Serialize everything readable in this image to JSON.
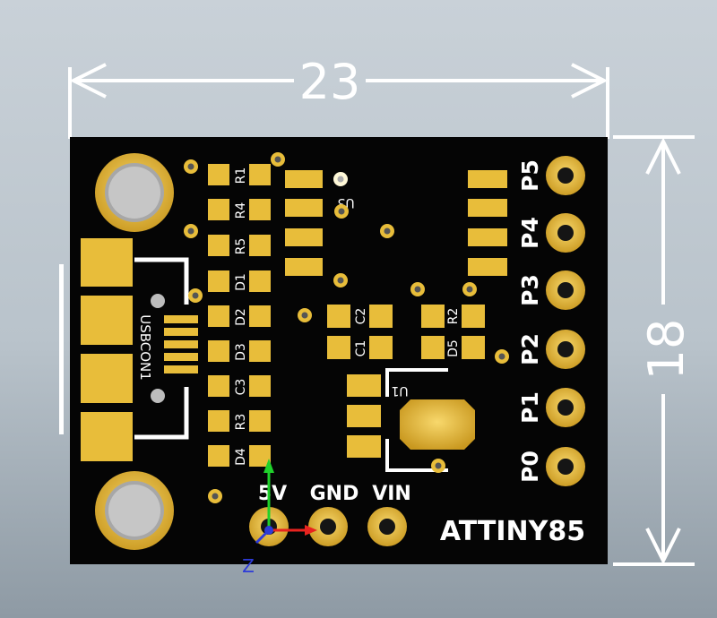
{
  "dimensions": {
    "width": "23",
    "height": "18"
  },
  "board": {
    "silkscreen": {
      "pins": [
        "P5",
        "P4",
        "P3",
        "P2",
        "P1",
        "P0"
      ],
      "power_pins": [
        "5V",
        "GND",
        "VIN"
      ],
      "chip": "ATTINY85",
      "connector": "USBCON1",
      "resistors": [
        "R1",
        "R4",
        "R5",
        "R3",
        "R2"
      ],
      "diodes": [
        "D1",
        "D2",
        "D3",
        "D4",
        "D5"
      ],
      "capacitors": [
        "C3",
        "C2",
        "C1"
      ],
      "ics": [
        "U3",
        "U1"
      ]
    },
    "axis": {
      "z": "Z"
    },
    "colors": {
      "board": "#050505",
      "copper": "#e8bd3a",
      "silk": "#ffffff",
      "axis_x": "#e8231f",
      "axis_y": "#1fd12b",
      "axis_z": "#2d3bd8"
    }
  }
}
